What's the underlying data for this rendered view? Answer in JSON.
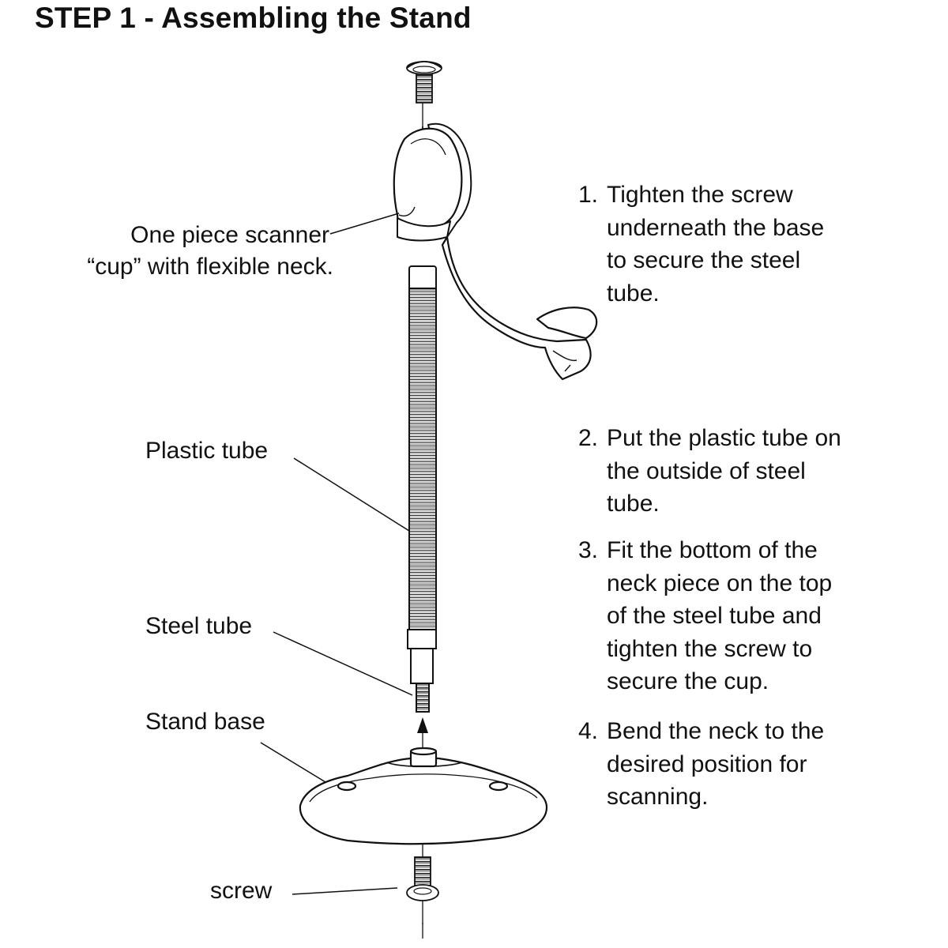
{
  "title": "STEP 1 - Assembling the Stand",
  "labels": {
    "cup": [
      "One piece scanner",
      "“cup” with flexible neck."
    ],
    "plastic_tube": "Plastic tube",
    "steel_tube": "Steel tube",
    "stand_base": "Stand base",
    "screw": "screw"
  },
  "steps": [
    {
      "number": "1.",
      "lines": [
        "Tighten the screw",
        "underneath the base",
        "to secure the steel",
        "tube."
      ]
    },
    {
      "number": "2.",
      "lines": [
        "Put the plastic tube on",
        "the outside of steel",
        "tube."
      ]
    },
    {
      "number": "3.",
      "lines": [
        "Fit the bottom of the",
        "neck piece on the top",
        "of the steel tube and",
        "tighten the screw to",
        "secure the cup."
      ]
    },
    {
      "number": "4.",
      "lines": [
        "Bend the neck to the",
        "desired position for",
        "scanning."
      ]
    }
  ]
}
